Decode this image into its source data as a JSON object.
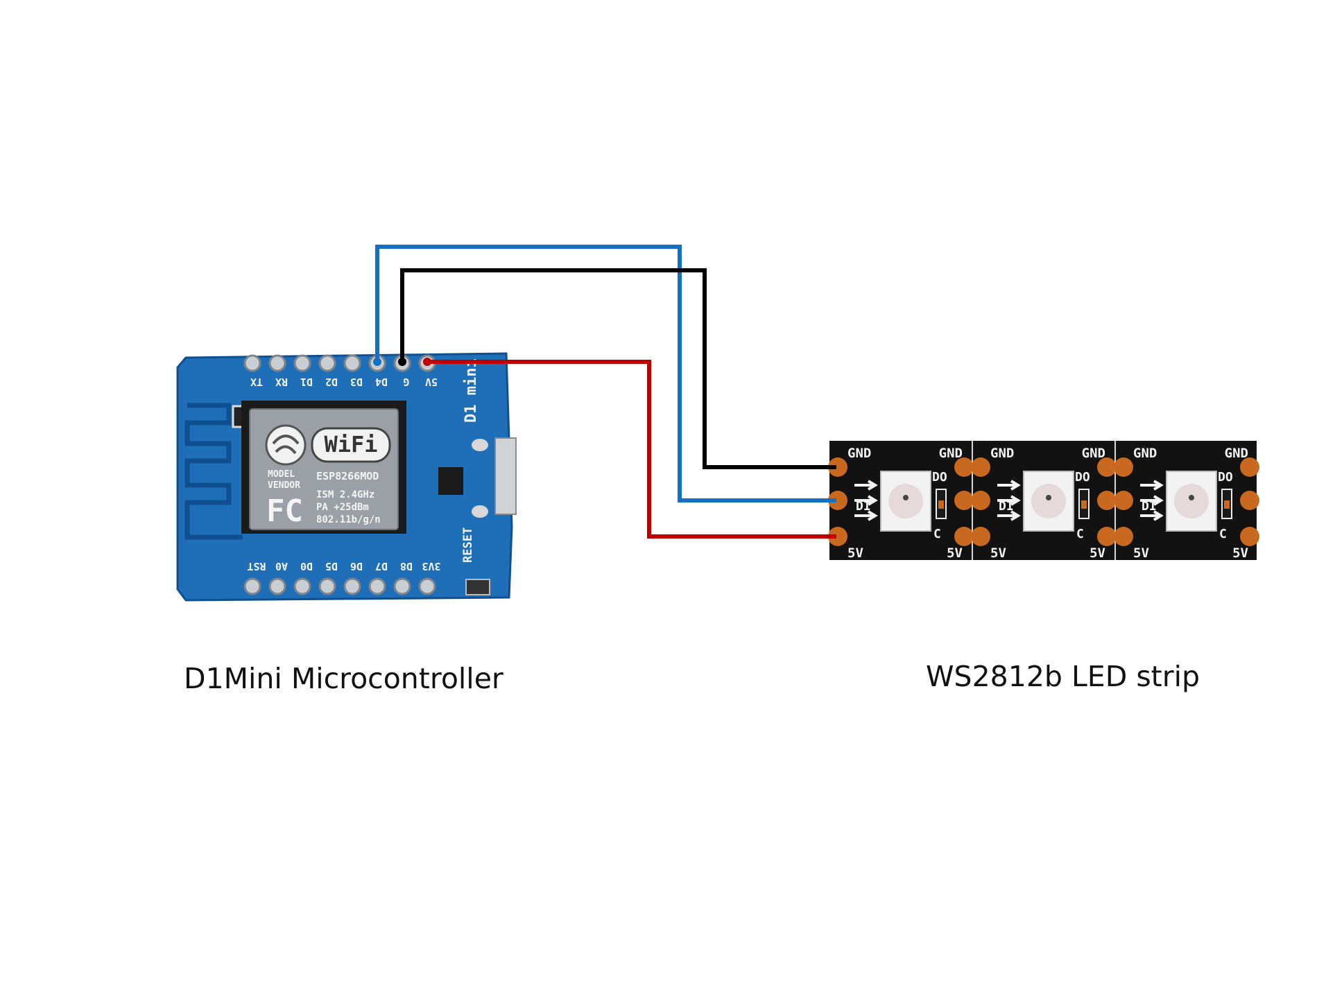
{
  "colors": {
    "background": "#ffffff",
    "board": "#1e6fb8",
    "board_dark": "#0f4f8f",
    "module": "#9aa0a6",
    "strip": "#121212",
    "pad": "#c8691f",
    "wire_data": "#1470c4",
    "wire_ground": "#000000",
    "wire_power": "#c00000"
  },
  "board": {
    "top_pins": [
      "TX",
      "RX",
      "D1",
      "D2",
      "D3",
      "D4",
      "G",
      "5V"
    ],
    "bottom_pins": [
      "RST",
      "A0",
      "D0",
      "D5",
      "D6",
      "D7",
      "D8",
      "3V3"
    ],
    "model_label": "D1 mini",
    "reset_label": "RESET",
    "module": {
      "wifi_text": "WiFi",
      "model_line1": "MODEL",
      "model_line2": "VENDOR",
      "chip": "ESP8266MOD",
      "fcc": "FC",
      "spec1": "ISM 2.4GHz",
      "spec2": "PA  +25dBm",
      "spec3": "802.11b/g/n"
    }
  },
  "strip": {
    "segment_labels": {
      "gnd_left": "GND",
      "gnd_right": "GND",
      "do": "DO",
      "di": "DI",
      "c": "C",
      "v_left": "5V",
      "v_right": "5V"
    },
    "segment_count": 3
  },
  "wires": [
    {
      "from": "D4",
      "to": "DI",
      "color_name": "blue"
    },
    {
      "from": "G",
      "to": "GND",
      "color_name": "black"
    },
    {
      "from": "5V",
      "to": "5V",
      "color_name": "red"
    }
  ],
  "captions": {
    "left": "D1Mini Microcontroller",
    "right": "WS2812b LED strip"
  }
}
